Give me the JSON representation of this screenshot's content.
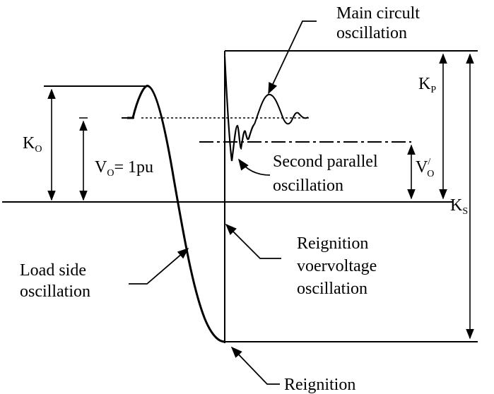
{
  "labels": {
    "main_circuit_line1": "Main circult",
    "main_circuit_line2": "oscillation",
    "k_o_main": "K",
    "k_o_sub": "O",
    "v_o_main": "V",
    "v_o_sub": "O",
    "v_o_value": "= 1pu",
    "k_p_main": "K",
    "k_p_sub": "P",
    "v_prime_main": "V",
    "v_prime_sup": "/",
    "v_prime_sub": "O",
    "k_s_main": "K",
    "k_s_sub": "S",
    "second_parallel_line1": "Second parallel",
    "second_parallel_line2": "oscillation",
    "reignition_overvoltage_line1": "Reignition",
    "reignition_overvoltage_line2": "voervoltage",
    "reignition_overvoltage_line3": "oscillation",
    "load_side_line1": "Load side",
    "load_side_line2": "oscillation",
    "reignition": "Reignition"
  },
  "colors": {
    "ink": "#000000",
    "background": "#ffffff"
  }
}
